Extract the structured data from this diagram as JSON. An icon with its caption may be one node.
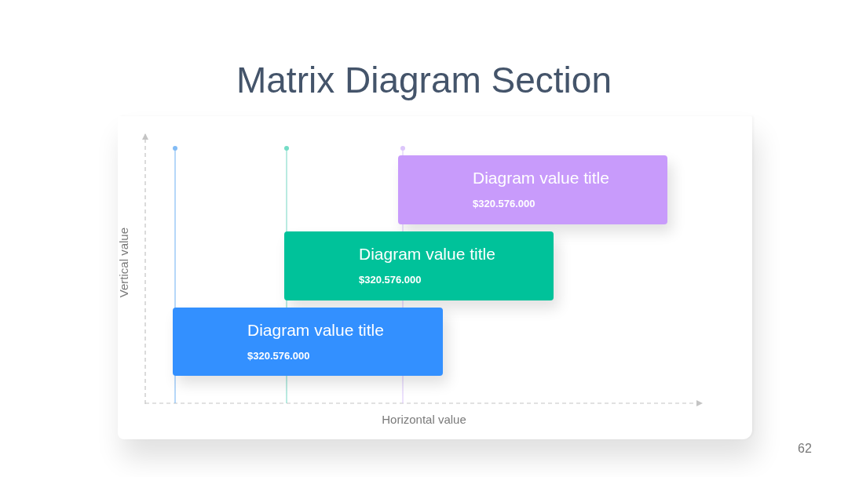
{
  "diagram": {
    "title": "Matrix Diagram Section",
    "nodes": [
      {
        "text": [
          "Diagram value title",
          "$320.576.000"
        ]
      },
      {
        "text": [
          "Diagram value title",
          "$320.576.000"
        ]
      },
      {
        "text": [
          "Diagram value title",
          "$320.576.000"
        ]
      }
    ],
    "labels": [
      "Vertical value",
      "Horizontal value",
      "62"
    ]
  }
}
